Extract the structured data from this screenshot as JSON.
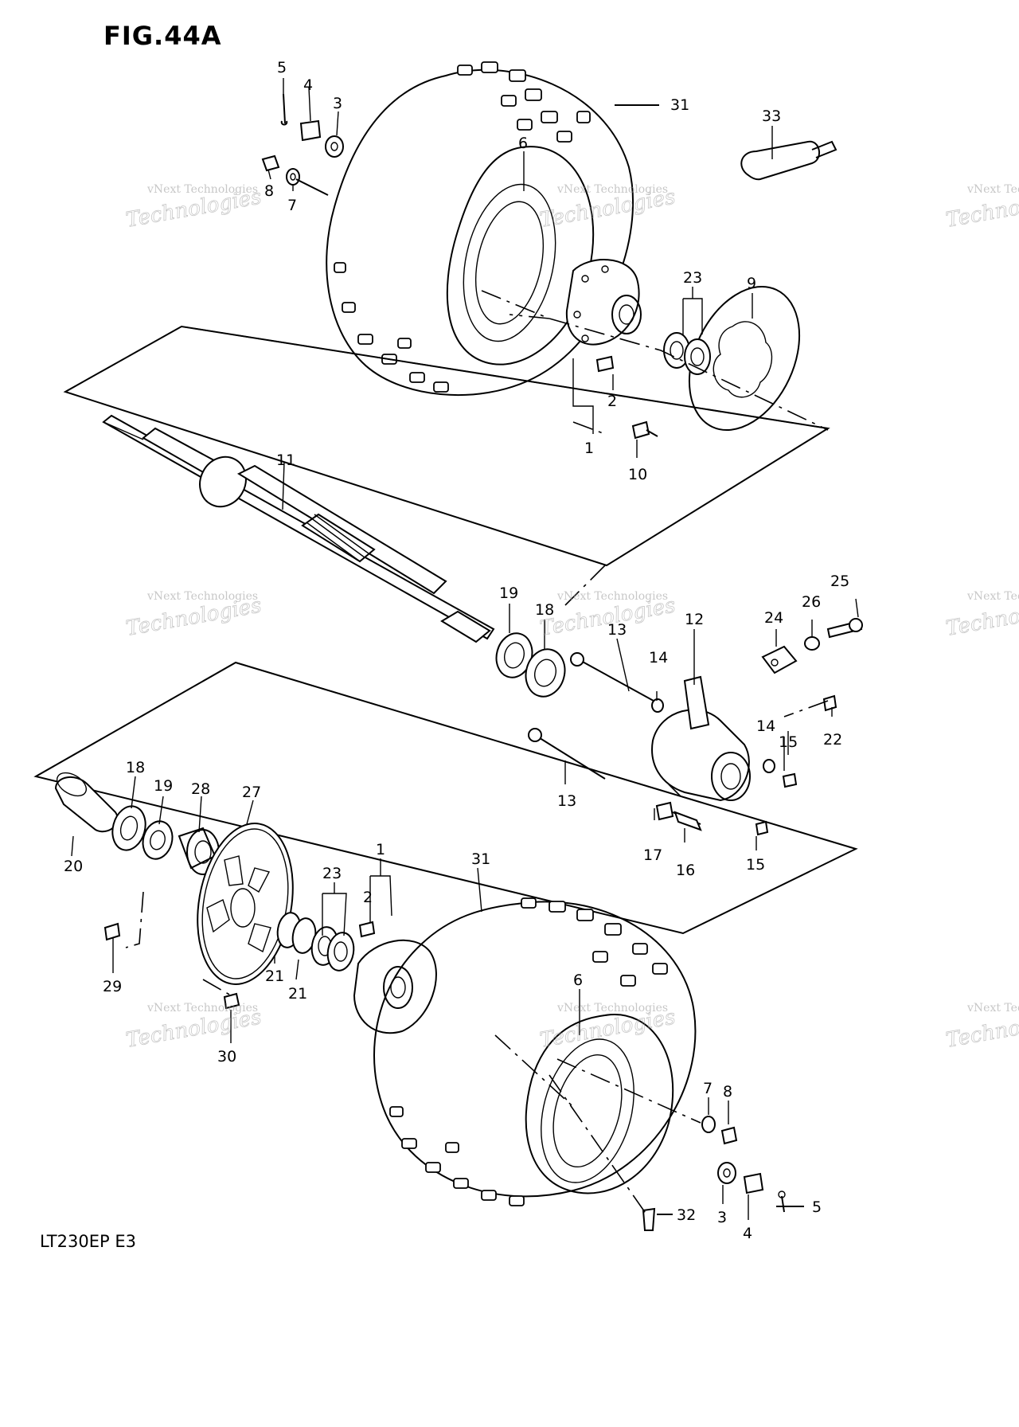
{
  "figure_title": "FIG.44A",
  "model_label": "LT230EP  E3",
  "watermark": {
    "line1": "vNext Technologies",
    "line2": "Technologies"
  },
  "callouts": [
    {
      "id": "c5a",
      "text": "5"
    },
    {
      "id": "c4a",
      "text": "4"
    },
    {
      "id": "c3a",
      "text": "3"
    },
    {
      "id": "c8a",
      "text": "8"
    },
    {
      "id": "c7a",
      "text": "7"
    },
    {
      "id": "c6a",
      "text": "6"
    },
    {
      "id": "c31a",
      "text": "31"
    },
    {
      "id": "c33",
      "text": "33"
    },
    {
      "id": "c23a",
      "text": "23"
    },
    {
      "id": "c9",
      "text": "9"
    },
    {
      "id": "c2a",
      "text": "2"
    },
    {
      "id": "c1a",
      "text": "1"
    },
    {
      "id": "c10",
      "text": "10"
    },
    {
      "id": "c11",
      "text": "11"
    },
    {
      "id": "c19a",
      "text": "19"
    },
    {
      "id": "c18a",
      "text": "18"
    },
    {
      "id": "c13a",
      "text": "13"
    },
    {
      "id": "c12",
      "text": "12"
    },
    {
      "id": "c14a",
      "text": "14"
    },
    {
      "id": "c25",
      "text": "25"
    },
    {
      "id": "c26",
      "text": "26"
    },
    {
      "id": "c24",
      "text": "24"
    },
    {
      "id": "c22",
      "text": "22"
    },
    {
      "id": "c14b",
      "text": "14"
    },
    {
      "id": "c15a",
      "text": "15"
    },
    {
      "id": "c13b",
      "text": "13"
    },
    {
      "id": "c17",
      "text": "17"
    },
    {
      "id": "c16",
      "text": "16"
    },
    {
      "id": "c15b",
      "text": "15"
    },
    {
      "id": "c18b",
      "text": "18"
    },
    {
      "id": "c19b",
      "text": "19"
    },
    {
      "id": "c28",
      "text": "28"
    },
    {
      "id": "c27",
      "text": "27"
    },
    {
      "id": "c20",
      "text": "20"
    },
    {
      "id": "c23b",
      "text": "23"
    },
    {
      "id": "c1b",
      "text": "1"
    },
    {
      "id": "c2b",
      "text": "2"
    },
    {
      "id": "c31b",
      "text": "31"
    },
    {
      "id": "c21a",
      "text": "21"
    },
    {
      "id": "c21b",
      "text": "21"
    },
    {
      "id": "c29",
      "text": "29"
    },
    {
      "id": "c30",
      "text": "30"
    },
    {
      "id": "c6b",
      "text": "6"
    },
    {
      "id": "c7b",
      "text": "7"
    },
    {
      "id": "c8b",
      "text": "8"
    },
    {
      "id": "c3b",
      "text": "3"
    },
    {
      "id": "c4b",
      "text": "4"
    },
    {
      "id": "c5b",
      "text": "5"
    },
    {
      "id": "c32",
      "text": "32"
    }
  ]
}
